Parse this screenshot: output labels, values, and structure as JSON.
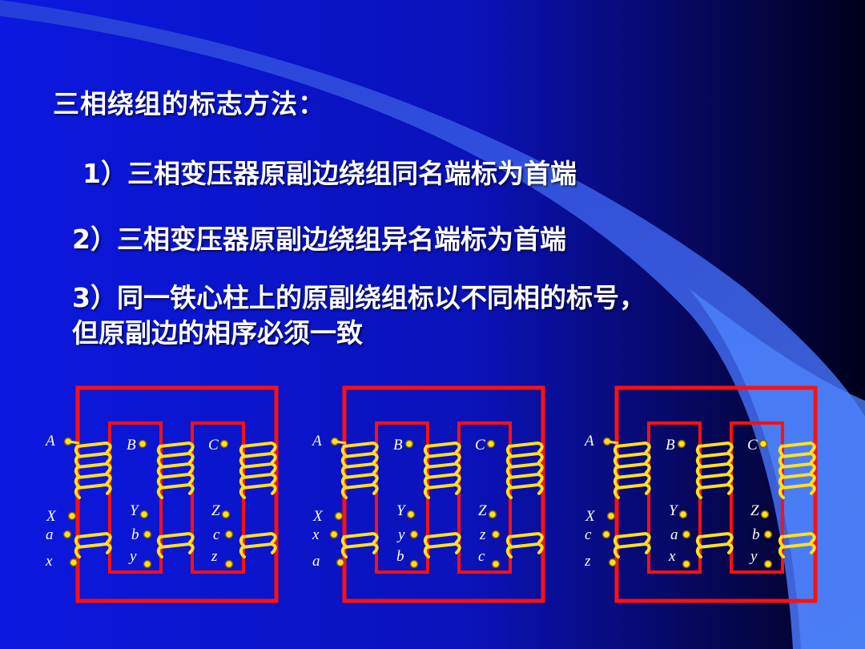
{
  "slide": {
    "title": "三相绕组的标志方法：",
    "items": [
      "1）三相变压器原副边绕组同名端标为首端",
      "2）三相变压器原副边绕组异名端标为首端",
      "3）同一铁心柱上的原副绕组标以不同相的标号，",
      "但原副边的相序必须一致"
    ]
  },
  "colors": {
    "background_left": "#0a14d8",
    "background_right": "#00001a",
    "beam": "#3d6cf0",
    "core": "#ff1010",
    "coil": "#ffe020",
    "terminal": "#ffe020",
    "text": "#ffffff"
  },
  "diagrams": [
    {
      "primary": {
        "top": [
          "A",
          "B",
          "C"
        ],
        "bottom": [
          "X",
          "Y",
          "Z"
        ]
      },
      "secondary": {
        "top": [
          "a",
          "b",
          "c"
        ],
        "bottom": [
          "x",
          "y",
          "z"
        ]
      }
    },
    {
      "primary": {
        "top": [
          "A",
          "B",
          "C"
        ],
        "bottom": [
          "X",
          "Y",
          "Z"
        ]
      },
      "secondary": {
        "top": [
          "x",
          "y",
          "z"
        ],
        "bottom": [
          "a",
          "b",
          "c"
        ]
      }
    },
    {
      "primary": {
        "top": [
          "A",
          "B",
          "C"
        ],
        "bottom": [
          "X",
          "Y",
          "Z"
        ]
      },
      "secondary": {
        "top": [
          "c",
          "a",
          "b"
        ],
        "bottom": [
          "z",
          "x",
          "y"
        ]
      }
    }
  ]
}
